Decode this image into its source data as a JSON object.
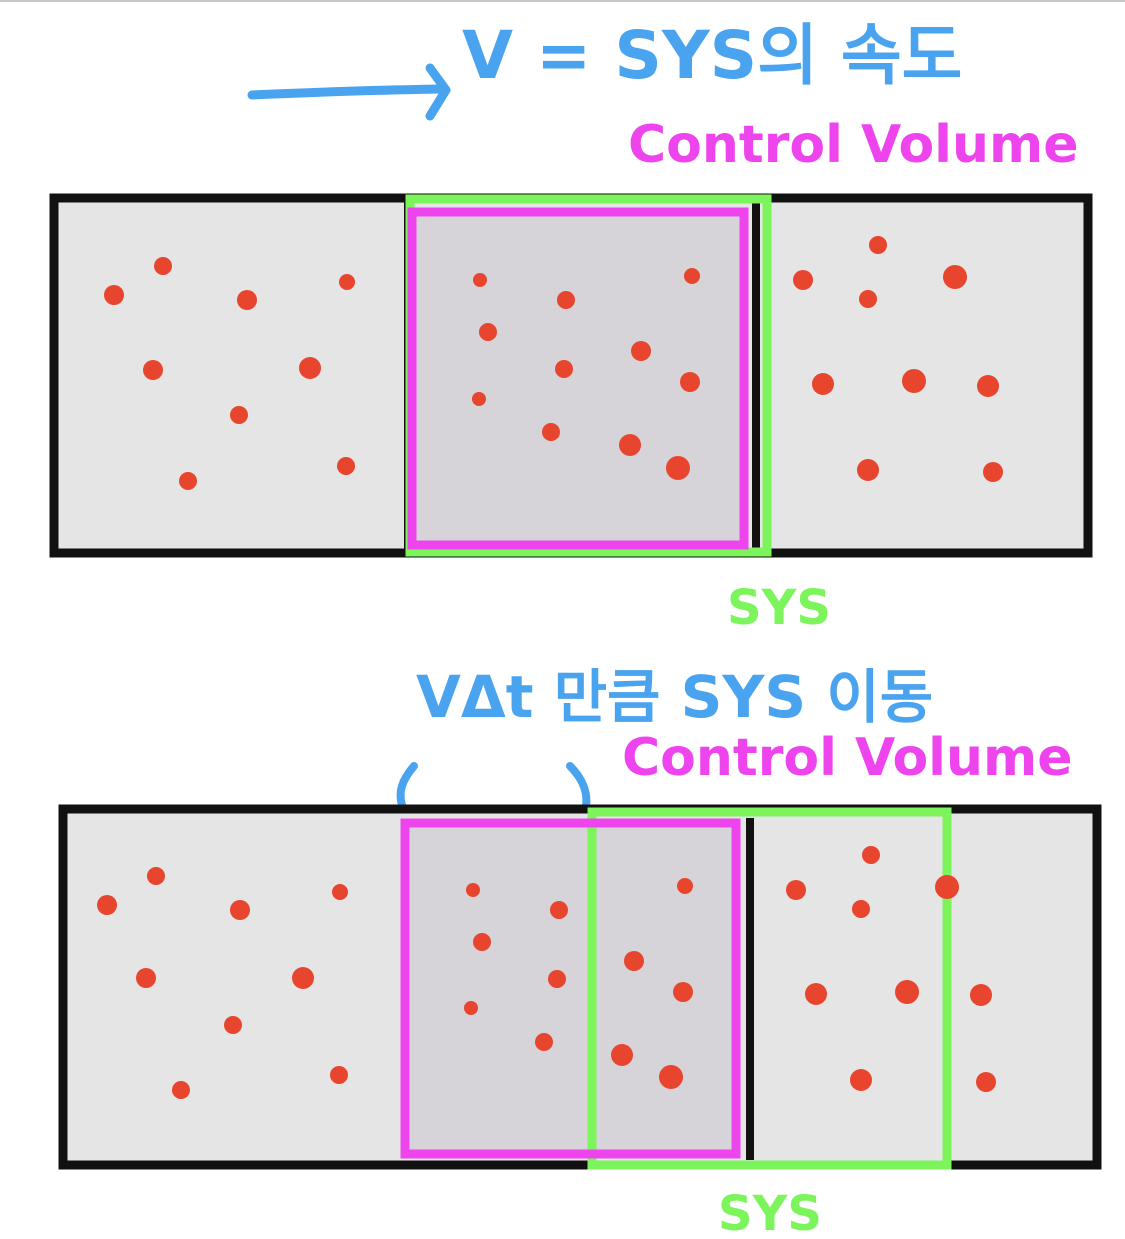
{
  "colors": {
    "velocity": "#4aa3ef",
    "control_volume": "#ee44ee",
    "system": "#7cf55c",
    "particle": "#e8452e",
    "pipe": "#111111",
    "pipe_fill": "#e6e5e6",
    "cv_fill": "#d6d4d8"
  },
  "top": {
    "velocity_label": "V = SYS의 속도",
    "control_volume_label": "Control Volume",
    "system_label": "SYS"
  },
  "bottom": {
    "displacement_label": "VΔt 만큼  SYS 이동",
    "control_volume_label": "Control Volume",
    "system_label": "SYS"
  }
}
